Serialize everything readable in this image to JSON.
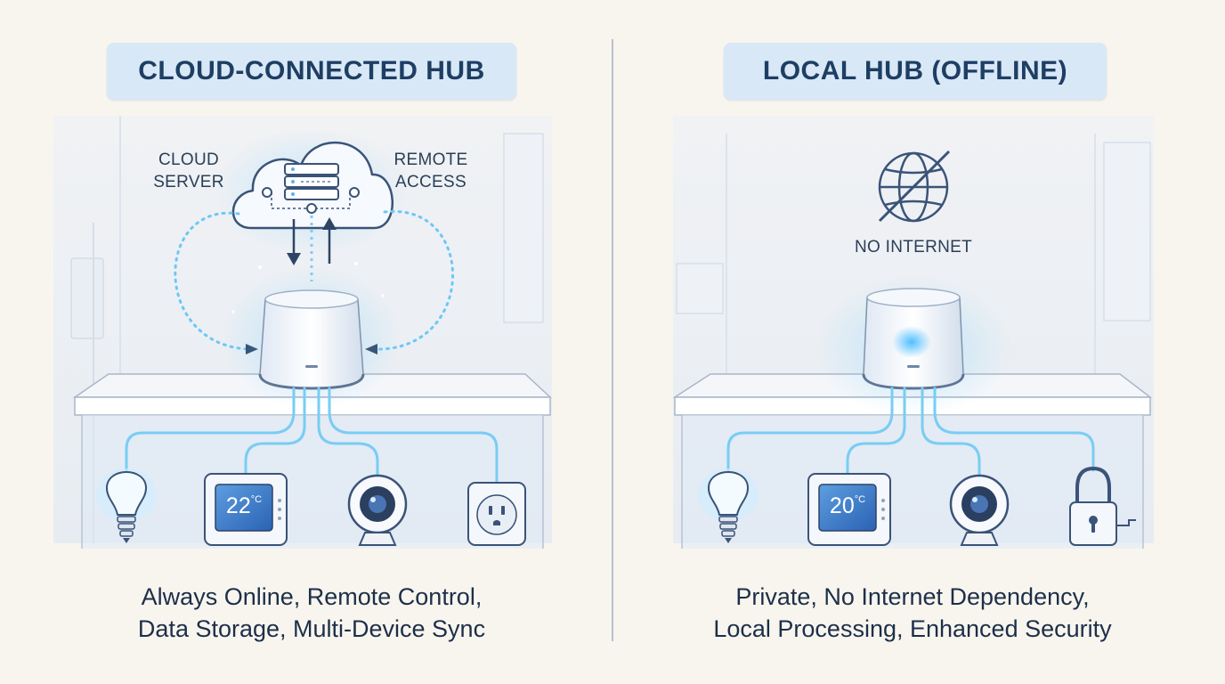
{
  "left_panel": {
    "title": "CLOUD-CONNECTED HUB",
    "cloud_server_label_line1": "CLOUD",
    "cloud_server_label_line2": "SERVER",
    "remote_access_label_line1": "REMOTE",
    "remote_access_label_line2": "ACCESS",
    "thermostat_value": "22",
    "thermostat_unit": "°C",
    "caption_line1": "Always Online, Remote Control,",
    "caption_line2": "Data Storage, Multi-Device Sync",
    "devices": [
      "lightbulb-icon",
      "thermostat-icon",
      "camera-icon",
      "smart-plug-icon"
    ]
  },
  "right_panel": {
    "title": "LOCAL HUB (OFFLINE)",
    "no_internet_label": "NO INTERNET",
    "thermostat_value": "20",
    "thermostat_unit": "°C",
    "caption_line1": "Private, No Internet Dependency,",
    "caption_line2": "Local Processing, Enhanced Security",
    "devices": [
      "lightbulb-icon",
      "thermostat-icon",
      "camera-icon",
      "padlock-icon"
    ]
  },
  "colors": {
    "background": "#f8f5ef",
    "title_box": "#d8e8f6",
    "glow": "#6cc8f5",
    "line": "#3a5378"
  }
}
